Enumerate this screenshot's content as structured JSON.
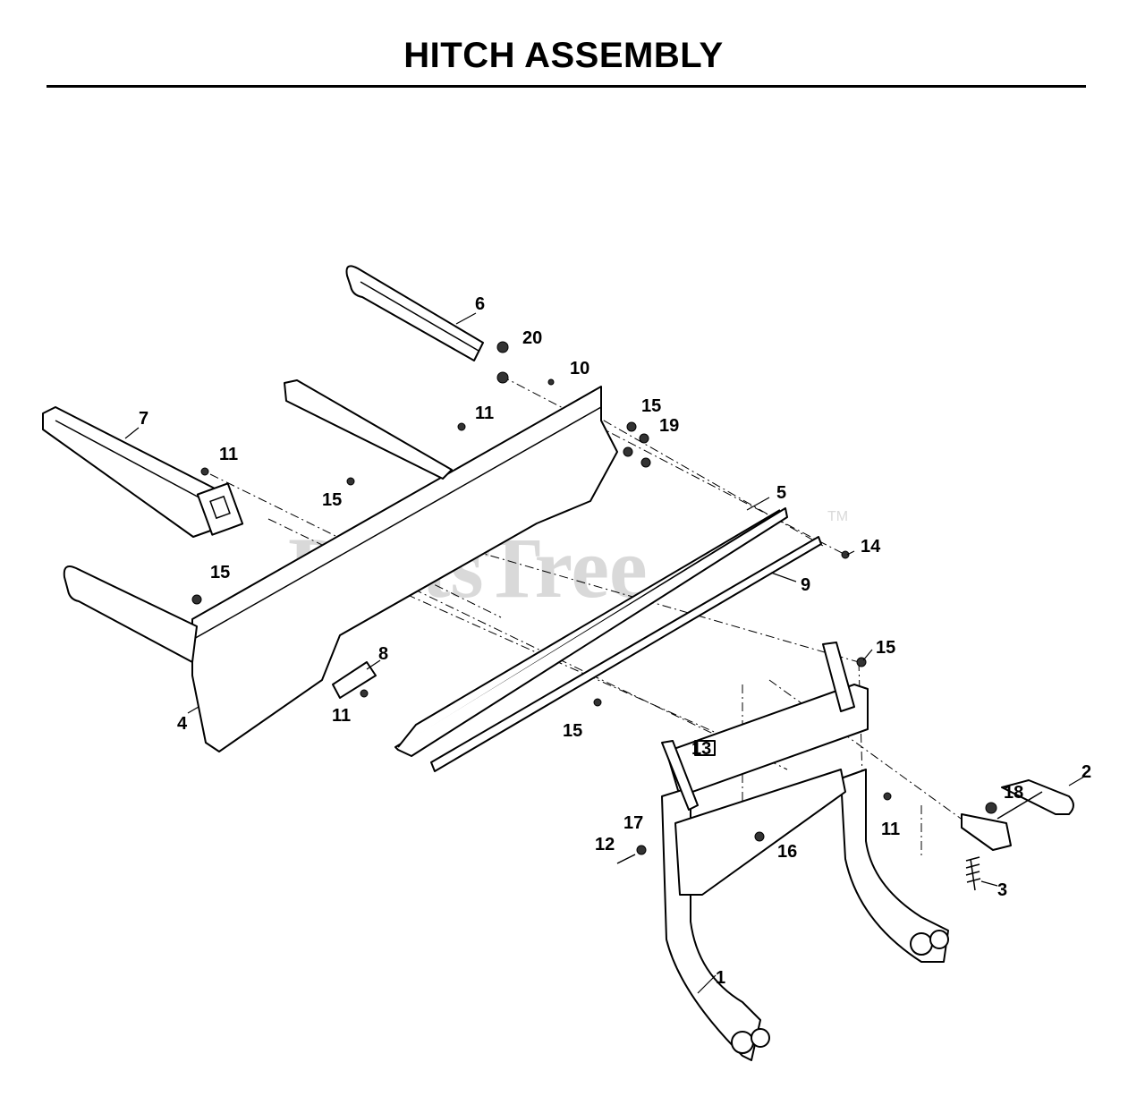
{
  "title": "HITCH ASSEMBLY",
  "watermark": {
    "text": "PartsTree",
    "trademark": "TM"
  },
  "callouts": [
    {
      "id": "1",
      "label": "1"
    },
    {
      "id": "2",
      "label": "2"
    },
    {
      "id": "3",
      "label": "3"
    },
    {
      "id": "4",
      "label": "4"
    },
    {
      "id": "5",
      "label": "5"
    },
    {
      "id": "6",
      "label": "6"
    },
    {
      "id": "7",
      "label": "7"
    },
    {
      "id": "8",
      "label": "8"
    },
    {
      "id": "9",
      "label": "9"
    },
    {
      "id": "10",
      "label": "10"
    },
    {
      "id": "11a",
      "label": "11"
    },
    {
      "id": "11b",
      "label": "11"
    },
    {
      "id": "11c",
      "label": "11"
    },
    {
      "id": "11d",
      "label": "11"
    },
    {
      "id": "12",
      "label": "12"
    },
    {
      "id": "13",
      "label": "13"
    },
    {
      "id": "14",
      "label": "14"
    },
    {
      "id": "15a",
      "label": "15"
    },
    {
      "id": "15b",
      "label": "15"
    },
    {
      "id": "15c",
      "label": "15"
    },
    {
      "id": "15d",
      "label": "15"
    },
    {
      "id": "15e",
      "label": "15"
    },
    {
      "id": "16",
      "label": "16"
    },
    {
      "id": "17",
      "label": "17"
    },
    {
      "id": "18",
      "label": "18"
    },
    {
      "id": "19",
      "label": "19"
    },
    {
      "id": "20",
      "label": "20"
    }
  ]
}
